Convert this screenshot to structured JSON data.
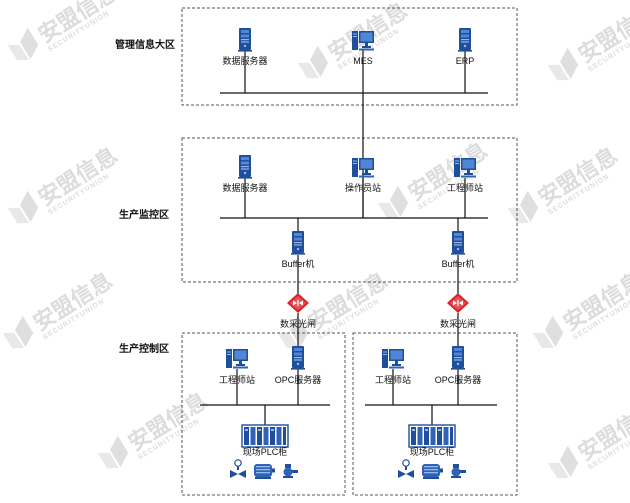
{
  "zones": {
    "management": "管理信息大区",
    "monitoring": "生产监控区",
    "control": "生产控制区"
  },
  "nodes": {
    "mgmt_db_server": "数据服务器",
    "mes": "MES",
    "erp": "ERP",
    "mon_db_server": "数据服务器",
    "operator_station": "操作员站",
    "mon_engineer_station": "工程师站",
    "buffer_left": "Buffer机",
    "buffer_right": "Buffer机",
    "gate_left": "数采光闸",
    "gate_right": "数采光闸",
    "ctrl_left_engineer": "工程师站",
    "ctrl_left_opc": "OPC服务器",
    "ctrl_right_engineer": "工程师站",
    "ctrl_right_opc": "OPC服务器",
    "plc_left": "现场PLC柜",
    "plc_right": "现场PLC柜"
  },
  "watermark": {
    "text": "安盟信息",
    "sub": "SECURITYUNION"
  },
  "colors": {
    "device_blue": "#1f4e9c",
    "device_light": "#4f86d6",
    "gate_red": "#d8262c",
    "line": "#111111",
    "dash": "#555555"
  },
  "icons": {
    "server": "server-tower-icon",
    "workstation": "desktop-computer-icon",
    "gate": "security-gate-icon",
    "plc": "plc-cabinet-icon",
    "field": "field-devices-icon"
  }
}
